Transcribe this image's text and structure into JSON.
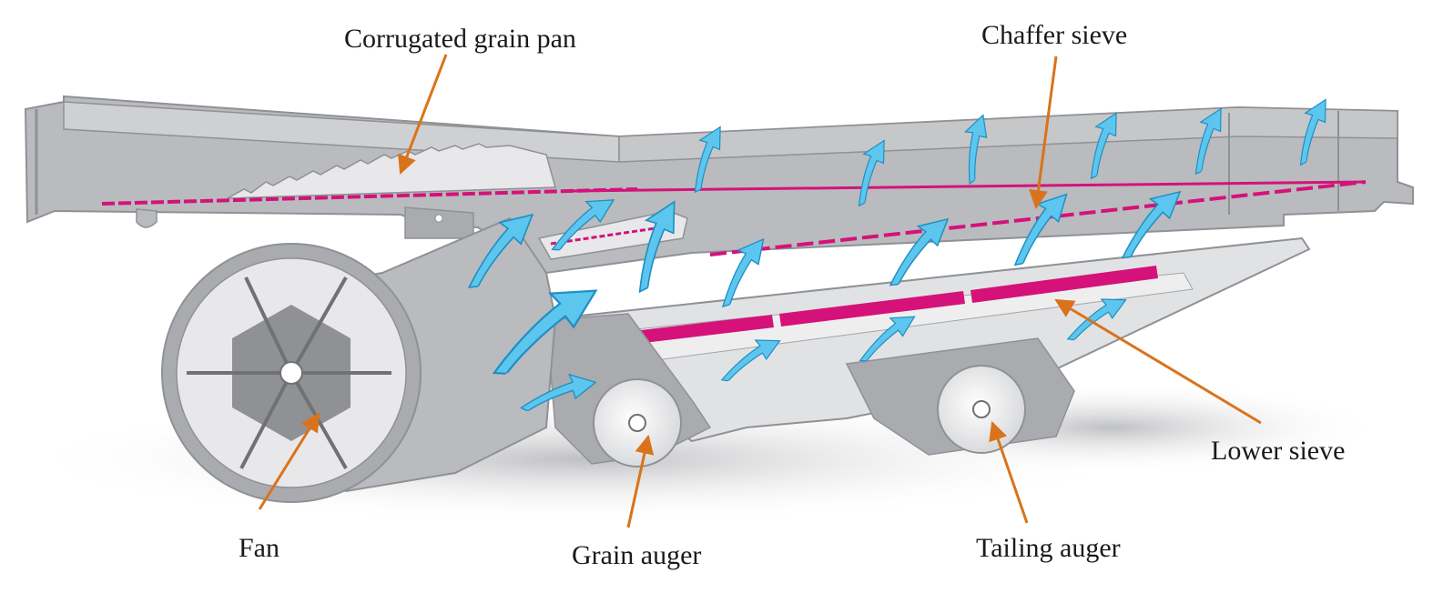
{
  "labels": {
    "corrugated_grain_pan": "Corrugated grain pan",
    "chaffer_sieve": "Chaffer sieve",
    "fan": "Fan",
    "grain_auger": "Grain auger",
    "tailing_auger": "Tailing auger",
    "lower_sieve": "Lower sieve"
  },
  "colors": {
    "frame": "#b9bbbe",
    "frame_dark": "#8f9195",
    "frame_light": "#d9dadc",
    "sieve": "#d4127a",
    "airflow": "#5cc6ee",
    "airflow_edge": "#1f8fc4",
    "leader": "#d9731b",
    "text": "#1a1a1a"
  },
  "icons": {
    "airflow": "airflow-arrow-icon",
    "fan": "fan-icon",
    "auger": "auger-icon"
  }
}
